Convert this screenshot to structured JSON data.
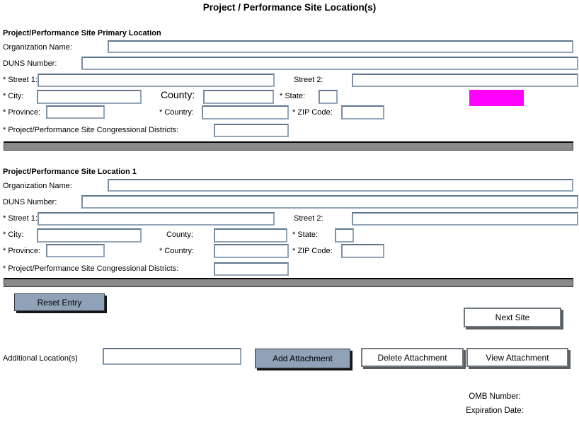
{
  "title": "Project / Performance Site Location(s)",
  "colors": {
    "input_border": "#93a5b8",
    "button_blue": "#90a2b7",
    "bar_gray": "#8a8a8a",
    "highlight_magenta": "#ff00ff"
  },
  "sections": [
    {
      "heading": "Project/Performance Site Primary Location",
      "labels": {
        "org_name": "Organization Name:",
        "duns": "DUNS Number:",
        "street1": "* Street 1:",
        "street2": "Street 2:",
        "city": "* City:",
        "county": "County:",
        "state": "* State:",
        "province": "* Province:",
        "country": "* Country:",
        "zip": "* ZIP Code:",
        "districts": "* Project/Performance Site Congressional Districts:"
      }
    },
    {
      "heading": "Project/Performance Site Location 1",
      "labels": {
        "org_name": "Organization Name:",
        "duns": "DUNS Number:",
        "street1": "* Street 1:",
        "street2": "Street 2:",
        "city": "* City:",
        "county": "County:",
        "state": "* State:",
        "province": "* Province:",
        "country": "* Country:",
        "zip": "* ZIP Code:",
        "districts": "* Project/Performance Site Congressional Districts:"
      }
    }
  ],
  "buttons": {
    "reset": "Reset Entry",
    "next_site": "Next Site",
    "add_attachment": "Add Attachment",
    "delete_attachment": "Delete Attachment",
    "view_attachment": "View Attachment"
  },
  "additional_locations_label": "Additional Location(s)",
  "footer": {
    "omb_number_label": "OMB Number:",
    "expiration_date_label": "Expiration Date:"
  }
}
